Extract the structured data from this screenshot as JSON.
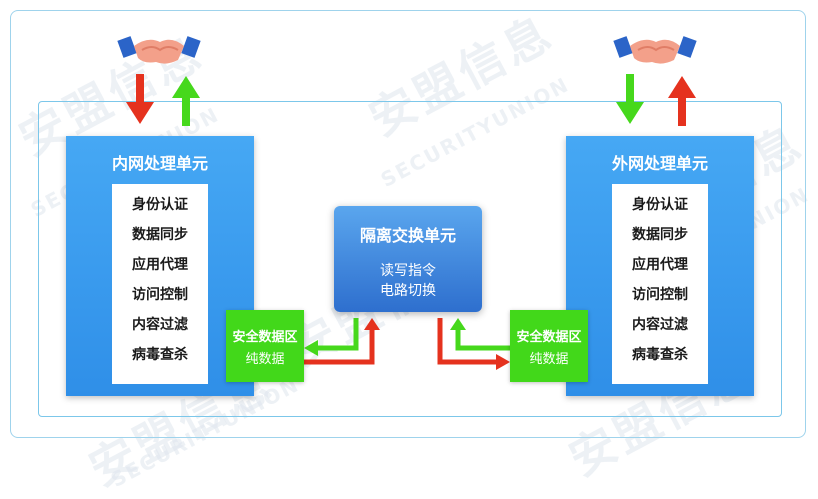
{
  "watermark": {
    "brand_cn": "安盟信息",
    "brand_en": "SECURITYUNION"
  },
  "inner_unit": {
    "title": "内网处理单元",
    "functions": [
      "身份认证",
      "数据同步",
      "应用代理",
      "访问控制",
      "内容过滤",
      "病毒查杀"
    ]
  },
  "outer_unit": {
    "title": "外网处理单元",
    "functions": [
      "身份认证",
      "数据同步",
      "应用代理",
      "访问控制",
      "内容过滤",
      "病毒查杀"
    ]
  },
  "isolation_unit": {
    "title": "隔离交换单元",
    "line1": "读写指令",
    "line2": "电路切换"
  },
  "secure_zone_left": {
    "title": "安全数据区",
    "subtitle": "纯数据"
  },
  "secure_zone_right": {
    "title": "安全数据区",
    "subtitle": "纯数据"
  },
  "icons": {
    "left_top": "handshake-icon",
    "right_top": "handshake-icon"
  },
  "colors": {
    "arrow_red": "#e5321e",
    "arrow_green": "#46d81c",
    "panel_blue": "#3a9bf0",
    "center_blue": "#3f82dc",
    "secure_green": "#42d81a",
    "frame_border": "#8ccdec"
  }
}
